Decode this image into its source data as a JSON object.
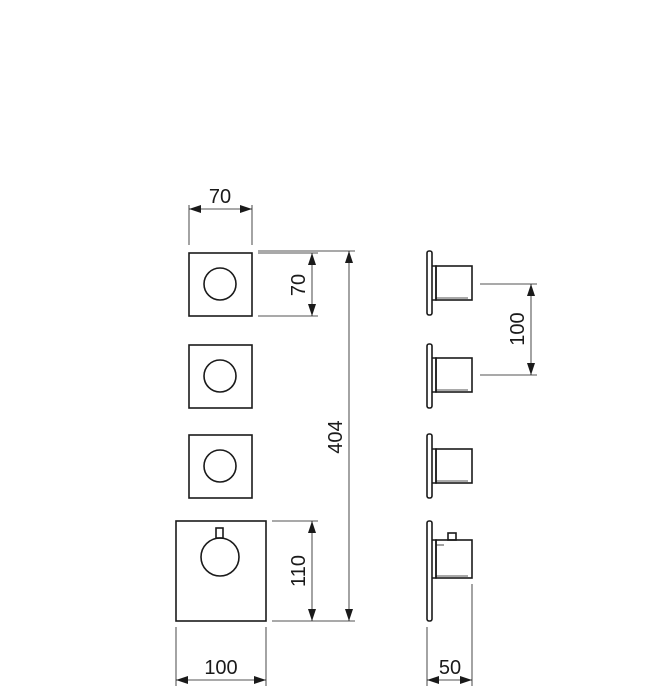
{
  "dimensions": {
    "top_width": "70",
    "small_height": "70",
    "total_height": "404",
    "large_height": "110",
    "bottom_width": "100",
    "side_spacing": "100",
    "side_depth": "50"
  }
}
